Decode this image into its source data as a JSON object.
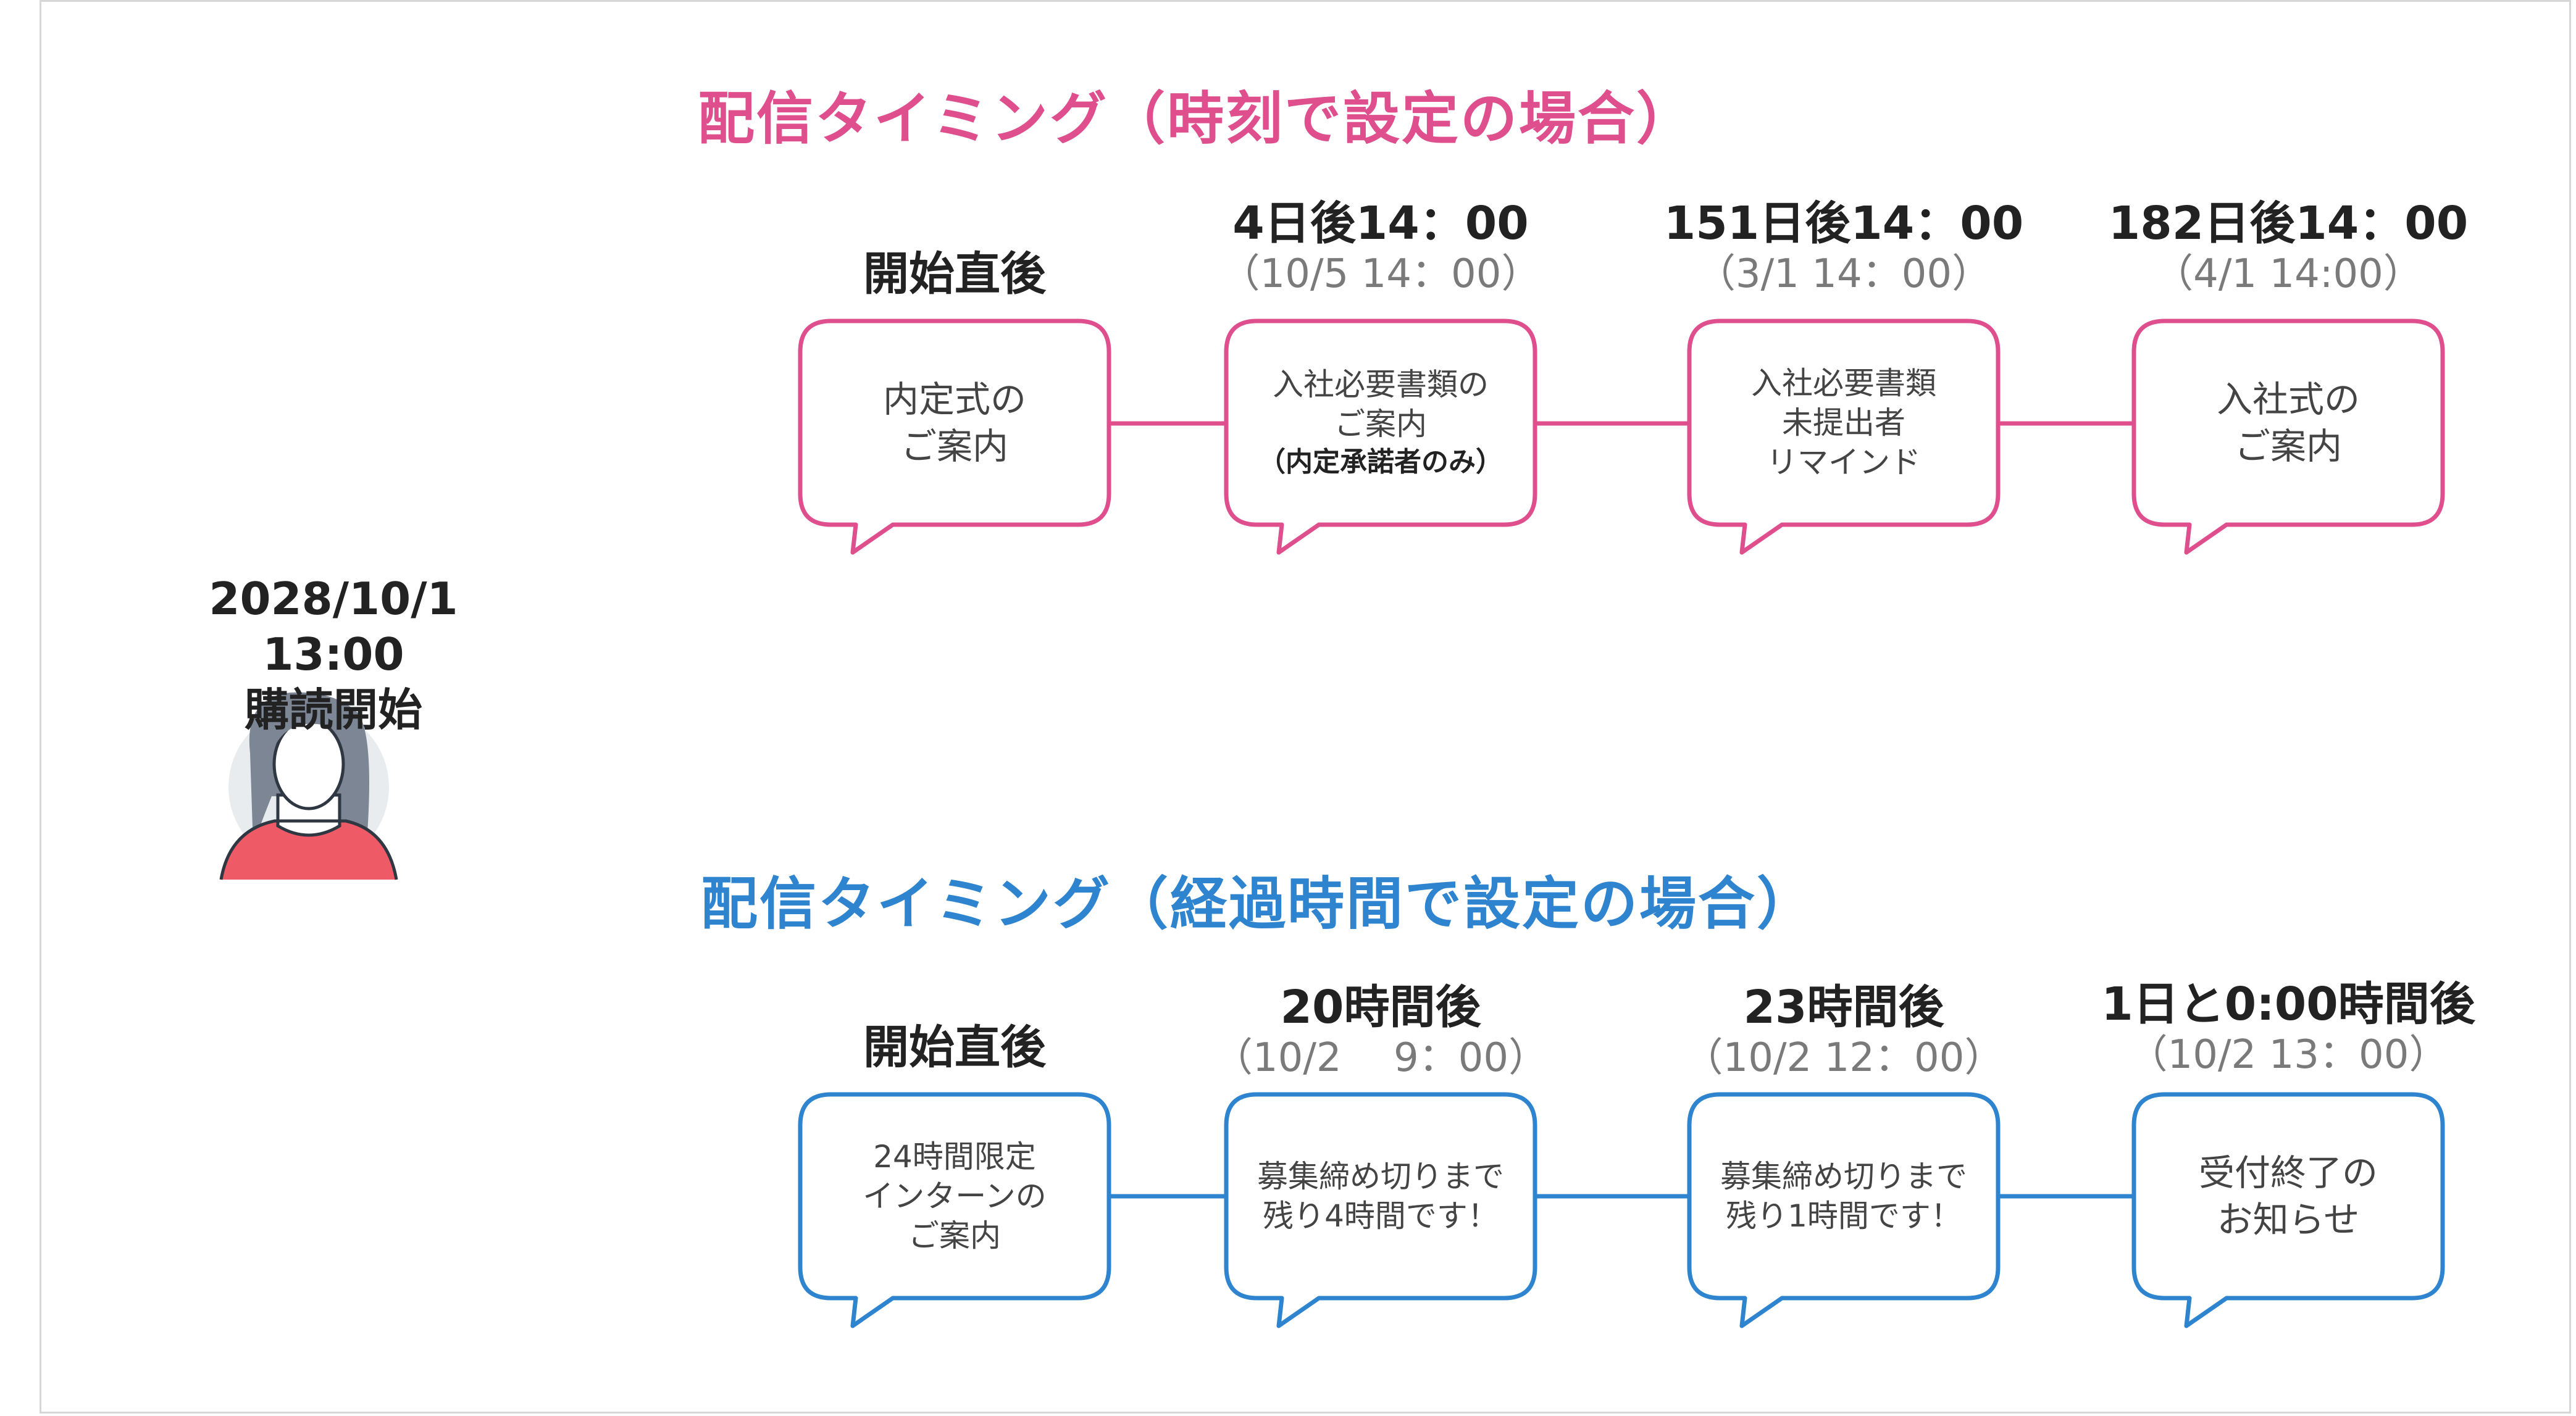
{
  "subscriber": {
    "datetime": "2028/10/1　 13:00",
    "caption": "購読開始",
    "icon": "person-avatar-icon"
  },
  "sections": [
    {
      "title": "配信タイミング（時刻で設定の場合）",
      "color": "#df4f8d",
      "steps": [
        {
          "timing": "開始直後",
          "lines": [
            "内定式の",
            "ご案内"
          ]
        },
        {
          "timing": "4日後14：00",
          "date": "（10/5 14：00）",
          "lines": [
            "入社必要書類の",
            "ご案内"
          ],
          "note": "（内定承諾者のみ）"
        },
        {
          "timing": "151日後14：00",
          "date": "（3/1 14：00）",
          "lines": [
            "入社必要書類",
            "未提出者",
            "リマインド"
          ]
        },
        {
          "timing": "182日後14：00",
          "date": "（4/1 14:00）",
          "lines": [
            "入社式の",
            "ご案内"
          ]
        }
      ]
    },
    {
      "title": "配信タイミング（経過時間で設定の場合）",
      "color": "#2f84cf",
      "steps": [
        {
          "timing": "開始直後",
          "lines": [
            "24時間限定",
            "インターンの",
            "ご案内"
          ]
        },
        {
          "timing": "20時間後",
          "date": "（10/2　 9：00）",
          "lines": [
            "募集締め切りまで",
            "残り4時間です！"
          ]
        },
        {
          "timing": "23時間後",
          "date": "（10/2 12：00）",
          "lines": [
            "募集締め切りまで",
            "残り1時間です！"
          ]
        },
        {
          "timing": "1日と0:00時間後",
          "date": "（10/2 13：00）",
          "lines": [
            "受付終了の",
            "お知らせ"
          ]
        }
      ]
    }
  ]
}
